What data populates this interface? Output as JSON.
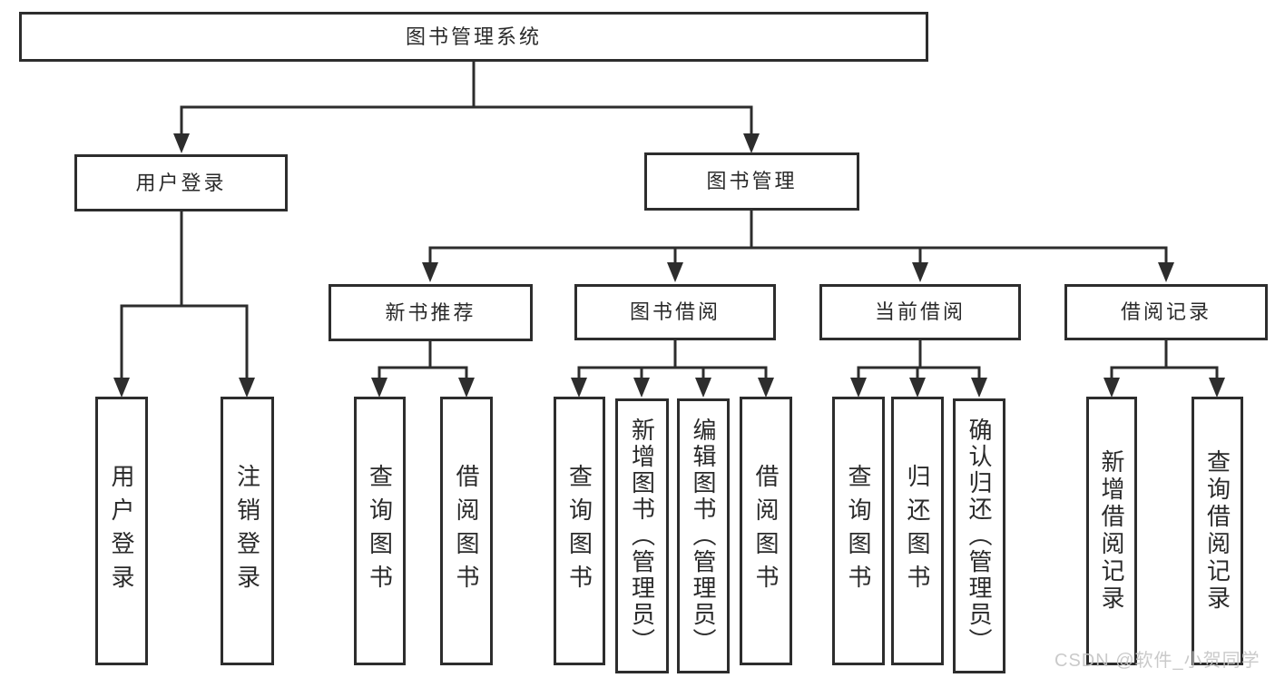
{
  "watermark": "CSDN @软件_小贺同学",
  "colors": {
    "line": "#2d2d2d",
    "box_border": "#2d2d2d",
    "box_fill": "#ffffff",
    "text": "#2a2a2a",
    "watermark": "#c5c5c5"
  },
  "tree": {
    "label": "图书管理系统",
    "children": [
      {
        "label": "用户登录",
        "children": [
          {
            "label": "用户登录"
          },
          {
            "label": "注销登录"
          }
        ]
      },
      {
        "label": "图书管理",
        "children": [
          {
            "label": "新书推荐",
            "children": [
              {
                "label": "查询图书"
              },
              {
                "label": "借阅图书"
              }
            ]
          },
          {
            "label": "图书借阅",
            "children": [
              {
                "label": "查询图书"
              },
              {
                "label": "新增图书（管理员）"
              },
              {
                "label": "编辑图书（管理员）"
              },
              {
                "label": "借阅图书"
              }
            ]
          },
          {
            "label": "当前借阅",
            "children": [
              {
                "label": "查询图书"
              },
              {
                "label": "归还图书"
              },
              {
                "label": "确认归还（管理员）"
              }
            ]
          },
          {
            "label": "借阅记录",
            "children": [
              {
                "label": "新增借阅记录"
              },
              {
                "label": "查询借阅记录"
              }
            ]
          }
        ]
      }
    ]
  }
}
